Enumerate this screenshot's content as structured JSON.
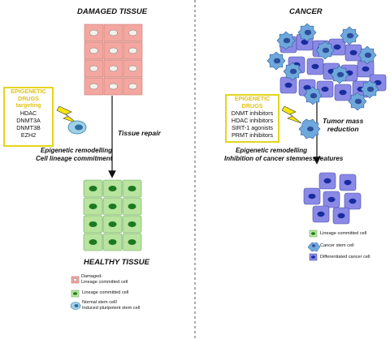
{
  "left": {
    "title": "DAMAGED TISSUE",
    "drug_box": {
      "heading": [
        "EPIGENETIC",
        "DRUGS",
        "targeting"
      ],
      "drugs": [
        "HDAC",
        "DNMT3A",
        "DNMT3B",
        "EZH2"
      ]
    },
    "step_label": "Tissue repair",
    "caption": [
      "Epigenetic remodelling",
      "Cell lineage commitment"
    ],
    "result_title": "HEALTHY TISSUE",
    "legend": {
      "damaged": [
        "Damaged-",
        "Lineage committed cell"
      ],
      "committed": "Lineage committed cell",
      "stem": [
        "Normal stem cell/",
        "Induced pluripotent stem cell"
      ]
    }
  },
  "right": {
    "title": "CANCER",
    "drug_box": {
      "heading": [
        "EPIGENETIC",
        "DRUGS"
      ],
      "drugs": [
        "DNMT inhibitors",
        "HDAC inhibitors",
        "SIRT-1 agonists",
        "PRMT inhibitors"
      ]
    },
    "step_label": [
      "Tumor mass",
      "reduction"
    ],
    "caption": [
      "Epigenetic remodelling",
      "Inhibition of cancer stemness features"
    ],
    "legend": {
      "committed": "Lineage committed cell",
      "cancer_stem": "Cancer stem cell",
      "differentiated": "Differentiated cancer cell"
    }
  },
  "colors": {
    "damaged_cell": "#f3a7a0",
    "healthy_cell": "#b9e4a0",
    "healthy_nucleus": "#1b7a1f",
    "cancer_stem": "#6fa8dc",
    "diff_cancer": "#8a8ae6",
    "diff_nucleus": "#1a2c9e",
    "box_border": "#e4d51c",
    "lightning": "#f5e50a"
  },
  "icons": [
    "lightning-bolt-icon",
    "stem-cell-icon",
    "arrow-down-icon"
  ]
}
